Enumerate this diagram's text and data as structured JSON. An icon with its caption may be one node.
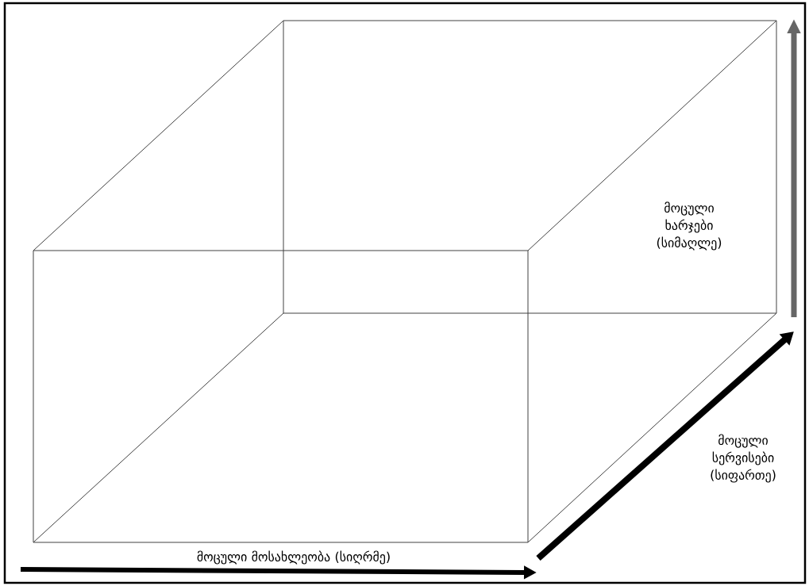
{
  "diagram": {
    "labels": [
      "მოცული ხარჯები (სიმაღლე)",
      "მოცული სერვისები (სიფართე)",
      "მოცული მოსახლეობა (სიღრმე)"
    ]
  }
}
